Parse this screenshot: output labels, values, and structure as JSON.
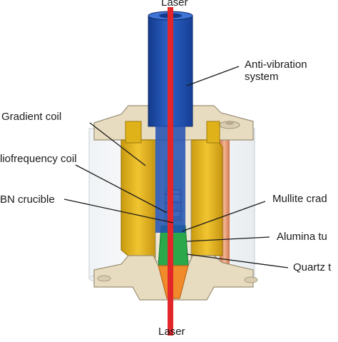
{
  "labels": {
    "laser_top": "Laser",
    "laser_bottom": "Laser",
    "anti_vibration_line1": "Anti-vibration",
    "anti_vibration_line2": "system",
    "gradient_coil": "Gradient coil",
    "radiofrequency_coil": "liofrequency coil",
    "bn_crucible": "BN crucible",
    "mullite_cradle": "Mullite crad",
    "alumina_tube": "Alumina tu",
    "quartz_tube": "Quartz t"
  },
  "colors": {
    "laser_beam": "#e3262a",
    "anti_vibration_tube": "#1f4fb3",
    "gradient_coil": "#e0b21a",
    "housing": "#e8dcc0",
    "radiofrequency_coil": "#e08a60",
    "crucible_zone": "#2aa84a",
    "quartz_tube": "#b9c4cc",
    "bottom_cone": "#f08a2a"
  }
}
